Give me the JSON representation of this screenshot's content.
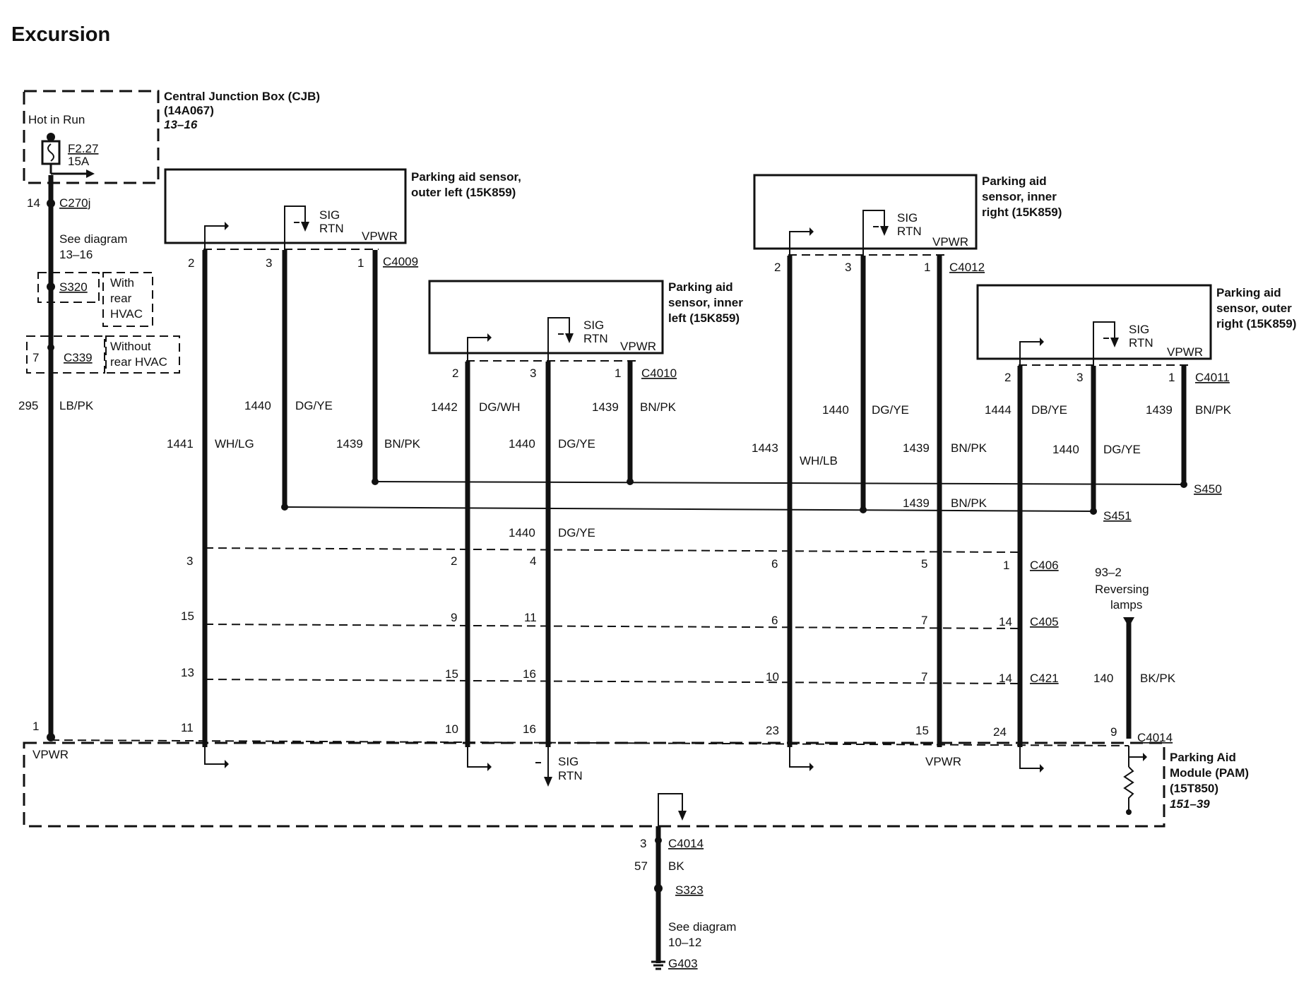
{
  "title": "Excursion",
  "cjb": {
    "name": "Central Junction Box (CJB)",
    "part": "(14A067)",
    "ref": "13–16",
    "hot": "Hot in Run",
    "fuse": "F2.27",
    "fuse_amp": "15A"
  },
  "left_feed": {
    "pin_c270": "14",
    "c270": "C270j",
    "see1": "See diagram",
    "see1_ref": "13–16",
    "s320": "S320",
    "with_rear": [
      "With",
      "rear",
      "HVAC"
    ],
    "pin_c339": "7",
    "c339": "C339",
    "without_rear": [
      "Without",
      "rear HVAC"
    ],
    "circuit": "295",
    "color": "LB/PK",
    "pam_pin": "1",
    "pam_label": "VPWR"
  },
  "sensors": {
    "outer_left": {
      "name": [
        "Parking aid sensor,",
        "outer left (15K859)"
      ],
      "connector": "C4009"
    },
    "inner_left": {
      "name": [
        "Parking aid",
        "sensor, inner",
        "left (15K859)"
      ],
      "connector": "C4010"
    },
    "inner_right": {
      "name": [
        "Parking aid",
        "sensor, inner",
        "right (15K859)"
      ],
      "connector": "C4012"
    },
    "outer_right": {
      "name": [
        "Parking aid",
        "sensor, outer",
        "right (15K859)"
      ],
      "connector": "C4011"
    },
    "sig": "SIG",
    "rtn": "RTN",
    "vpwr": "VPWR",
    "pin2": "2",
    "pin3": "3",
    "pin1": "1"
  },
  "wires": {
    "w1441": "1441",
    "wh_lg": "WH/LG",
    "w1440": "1440",
    "dg_ye": "DG/YE",
    "w1439": "1439",
    "bn_pk": "BN/PK",
    "w1442": "1442",
    "dg_wh": "DG/WH",
    "w1443": "1443",
    "wh_lb": "WH/LB",
    "w1444": "1444",
    "db_ye": "DB/YE"
  },
  "splices": {
    "s450": "S450",
    "s451": "S451"
  },
  "connectors": {
    "c406": {
      "name": "C406",
      "pins": [
        "3",
        "2",
        "4",
        "6",
        "5",
        "1"
      ]
    },
    "c405": {
      "name": "C405",
      "pins": [
        "15",
        "9",
        "11",
        "6",
        "7",
        "14"
      ]
    },
    "c421": {
      "name": "C421",
      "pins": [
        "13",
        "15",
        "16",
        "10",
        "7",
        "14"
      ]
    },
    "c4014": {
      "name": "C4014",
      "pins": [
        "11",
        "10",
        "16",
        "23",
        "15",
        "24",
        "9"
      ]
    }
  },
  "reversing": {
    "ref": "93–2",
    "label": [
      "Reversing",
      "lamps"
    ],
    "circuit": "140",
    "color": "BK/PK"
  },
  "pam": {
    "name": [
      "Parking Aid",
      "Module (PAM)",
      "(15T850)"
    ],
    "ref": "151–39",
    "sig": "SIG",
    "rtn": "RTN",
    "vpwr": "VPWR"
  },
  "ground": {
    "pin": "3",
    "connector": "C4014",
    "circuit": "57",
    "color": "BK",
    "splice": "S323",
    "see": "See diagram",
    "see_ref": "10–12",
    "ground": "G403"
  }
}
